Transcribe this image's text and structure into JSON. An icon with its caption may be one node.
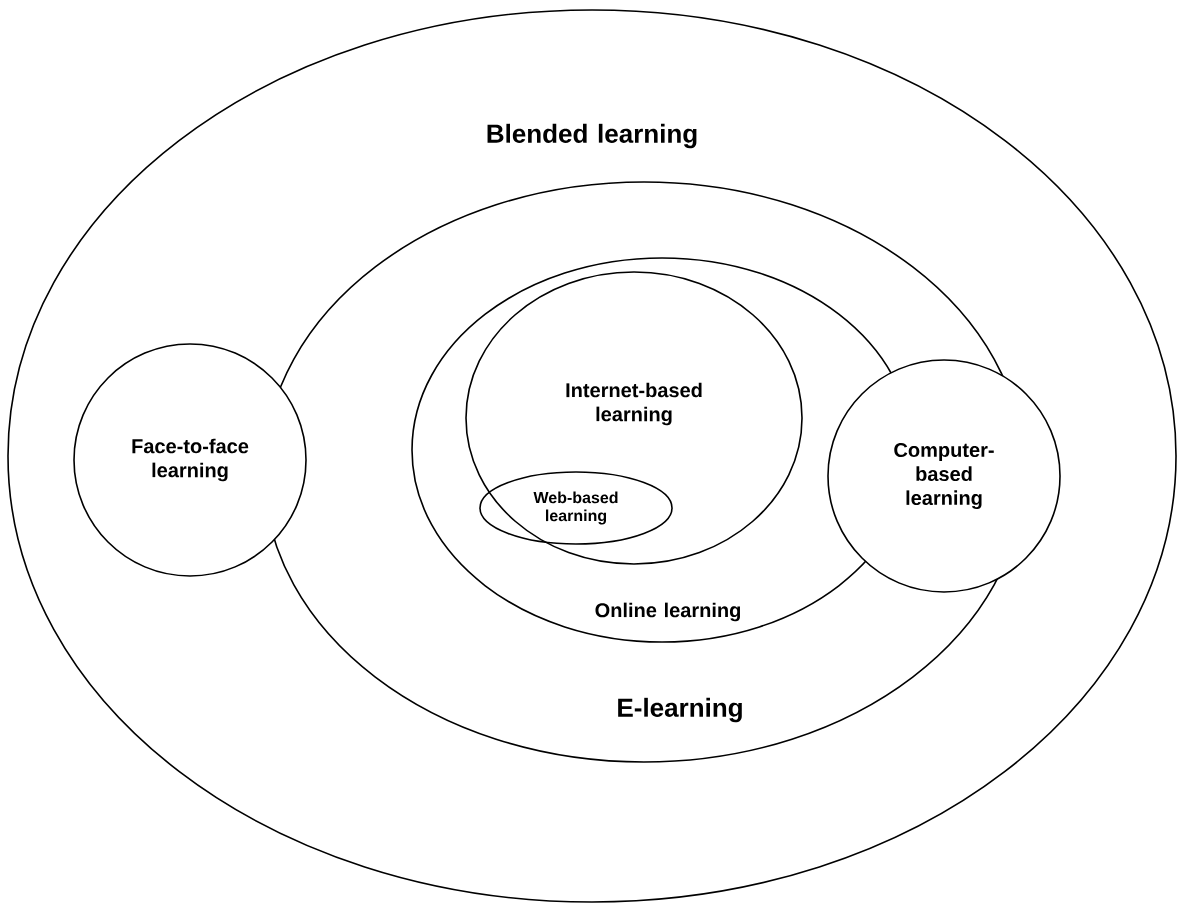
{
  "diagram": {
    "nodes": [
      {
        "text": [
          "Blended learning"
        ]
      },
      {
        "text": [
          "E-learning"
        ],
        "in": 0
      },
      {
        "text": [
          "Online learning"
        ],
        "in": 1
      },
      {
        "text": [
          "Internet-based learning"
        ],
        "in": 2
      },
      {
        "text": [
          "Web-based learning"
        ],
        "in": 3
      },
      {
        "text": [
          "Face-to-face learning"
        ],
        "in": 0
      },
      {
        "text": [
          "Computer-based learning"
        ],
        "in": 0
      }
    ]
  }
}
